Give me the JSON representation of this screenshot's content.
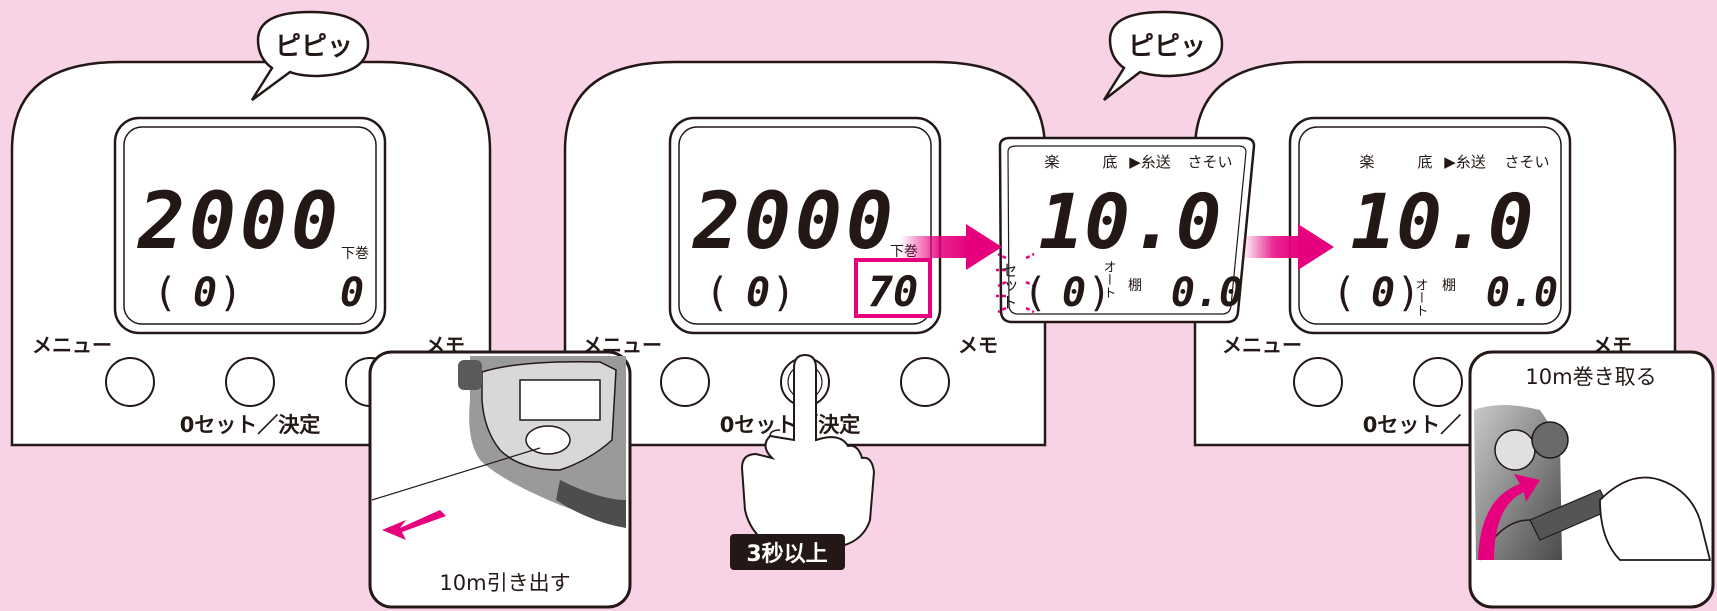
{
  "colors": {
    "background": "#f8d3e6",
    "accent": "#e6007e",
    "outline": "#231815",
    "panel": "#ffffff"
  },
  "beep": "ピピッ",
  "panel1": {
    "main_value": "2000",
    "sub_label": "下巻",
    "paren_value": "0",
    "right_value": "0",
    "btn_menu_label": "メニュー",
    "btn_memo_label": "メモ",
    "btn_center_label": "0セット／決定"
  },
  "panel2": {
    "main_value": "2000",
    "sub_label": "下巻",
    "paren_value": "0",
    "right_value": "70",
    "btn_menu_label": "メニュー",
    "btn_memo_label": "メモ",
    "btn_center_label": "0セット／決定"
  },
  "panel3": {
    "top_labels": [
      "楽",
      "底",
      "▶糸送",
      "さそい"
    ],
    "main_value": "10.0",
    "side_label": "セット",
    "paren_value": "0",
    "auto_label": "オート",
    "tana_label": "棚",
    "right_value": "0.0"
  },
  "panel4": {
    "top_labels": [
      "楽",
      "底",
      "▶糸送",
      "さそい"
    ],
    "main_value": "10.0",
    "paren_value": "0",
    "auto_label": "オート",
    "tana_label": "棚",
    "right_value": "0.0",
    "btn_menu_label": "メニュー",
    "btn_memo_label": "メモ",
    "btn_center_label": "0セット／"
  },
  "inset_left_caption": "10m引き出す",
  "inset_right_caption": "10m巻き取る",
  "press_badge": "3秒以上",
  "icons": [
    "speech-bubble-icon",
    "arrow-right-icon",
    "finger-press-icon",
    "fishing-reel-icon",
    "pull-arrow-icon",
    "rotate-arrow-icon"
  ]
}
